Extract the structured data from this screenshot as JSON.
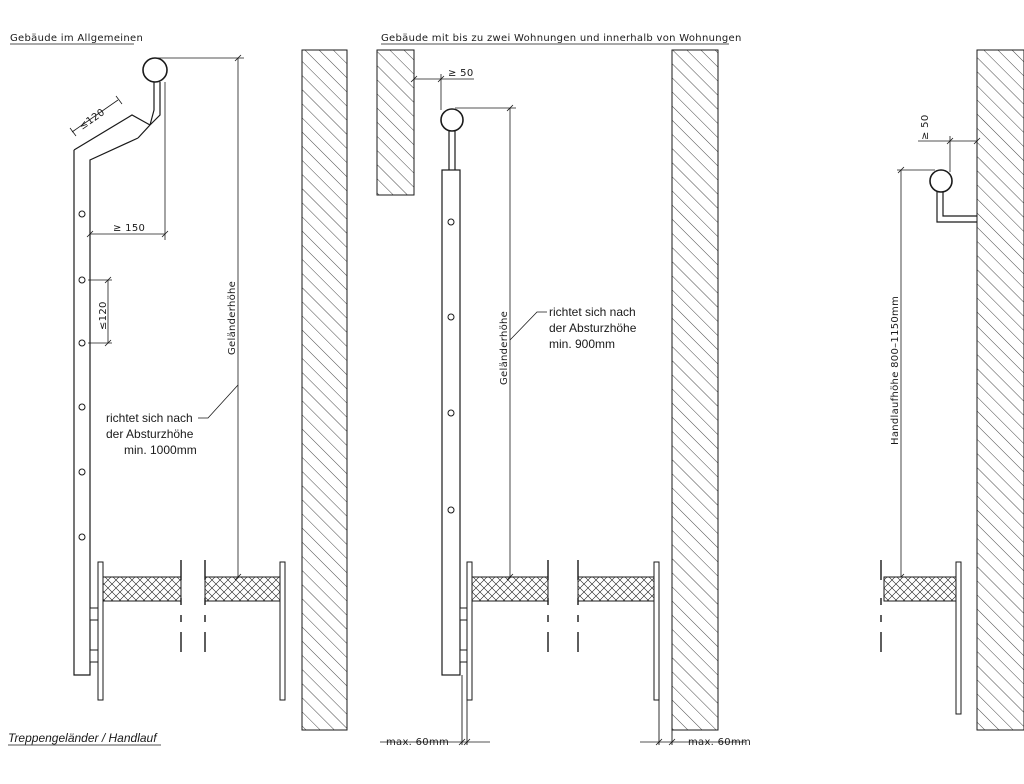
{
  "colors": {
    "ink": "#1a1a1a",
    "paper": "#ffffff"
  },
  "headings": {
    "general": "Gebäude im Allgemeinen",
    "small": "Gebäude mit bis zu zwei Wohnungen und innerhalb von Wohnungen"
  },
  "caption": "Treppengeländer / Handlauf",
  "dims": {
    "d120_top": "≤120",
    "d150": "≥ 150",
    "d120_mid": "≤120",
    "gelaender_1": "Geländerhöhe",
    "d50_mid": "≥ 50",
    "gelaender_2": "Geländerhöhe",
    "d50_right": "≥ 50",
    "handlauf": "Handlaufhöhe 800–1150mm",
    "max60_left": "max. 60mm",
    "max60_right": "max. 60mm"
  },
  "notes": {
    "left": [
      "richtet sich nach",
      "der Absturzhöhe",
      "min. 1000mm"
    ],
    "mid": [
      "richtet sich nach",
      "der Absturzhöhe",
      "min. 900mm"
    ]
  }
}
